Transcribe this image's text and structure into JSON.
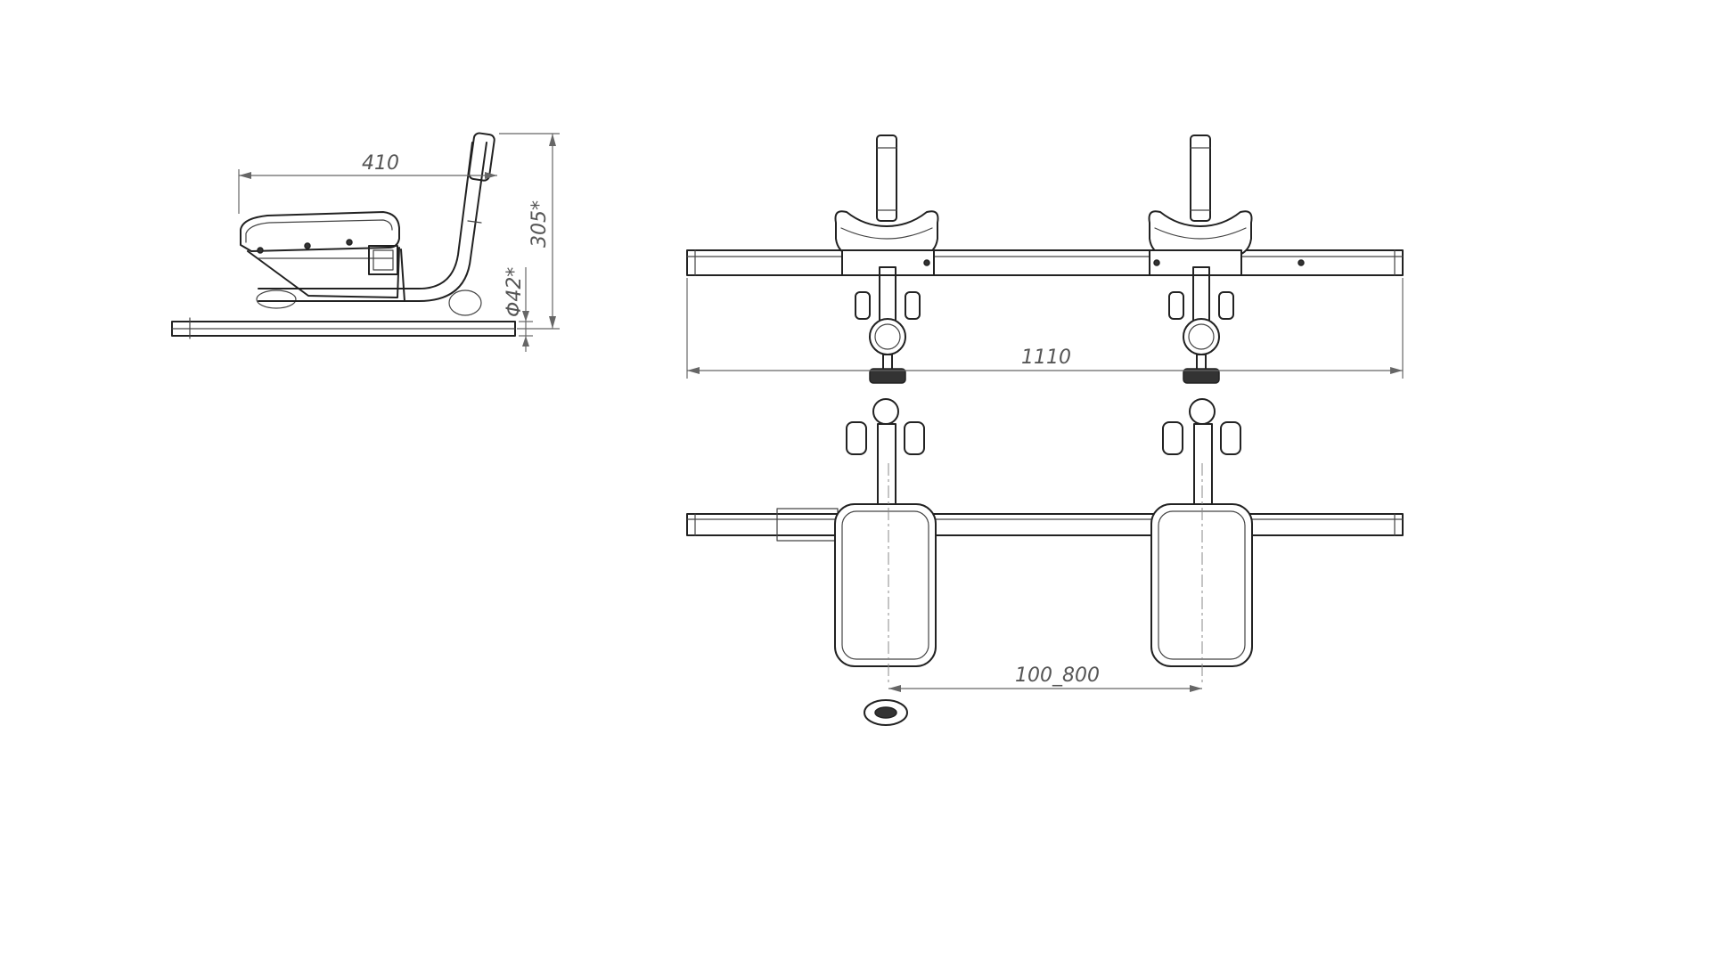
{
  "drawing": {
    "dimensions": {
      "side_length": "410",
      "side_height": "305*",
      "tube_diameter": "Φ42*",
      "total_width": "1110",
      "pad_spacing": "100_800"
    }
  }
}
